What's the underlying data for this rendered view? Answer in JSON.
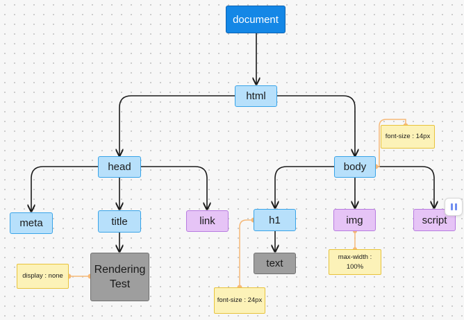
{
  "diagram": {
    "nodes": {
      "document": "document",
      "html": "html",
      "head": "head",
      "body": "body",
      "meta": "meta",
      "title": "title",
      "link": "link",
      "h1": "h1",
      "img": "img",
      "script": "script",
      "rendering_test": "Rendering\nTest",
      "text": "text"
    },
    "notes": {
      "body_font_size": "font-size : 14px",
      "h1_font_size": "font-size : 24px",
      "img_max_width": "max-width :\n100%",
      "title_display": "display : none"
    }
  },
  "toolbar": {
    "pause_icon": "pause-icon"
  },
  "colors": {
    "root_fill": "#1487e6",
    "element_fill": "#b7e0fb",
    "element_border": "#38a3e8",
    "void_element_fill": "#e6c4f6",
    "void_element_border": "#b77ae0",
    "text_node_fill": "#9e9e9e",
    "note_fill": "#fcf2b8",
    "note_border": "#e8c33b",
    "annotation_line": "#f5b877"
  }
}
